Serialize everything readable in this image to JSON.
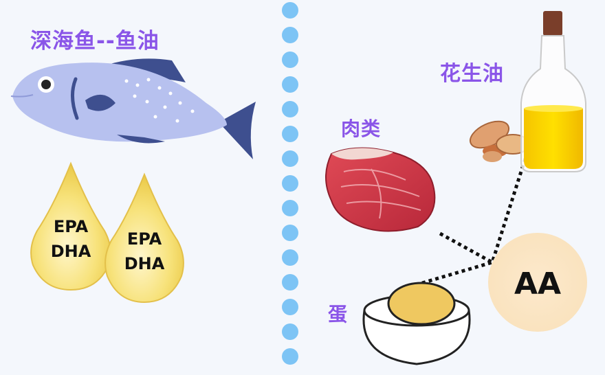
{
  "labels": {
    "deep_sea_fish": "深海鱼--鱼油",
    "peanut_oil": "花生油",
    "meat": "肉类",
    "egg": "蛋"
  },
  "drops": [
    {
      "line1": "EPA",
      "line2": "DHA"
    },
    {
      "line1": "EPA",
      "line2": "DHA"
    }
  ],
  "aa_label": "AA",
  "colors": {
    "label_purple": "#8a55e8",
    "divider_blue": "#7dc4f5",
    "fish_body": "#b7c1ef",
    "fish_fin": "#3e4f8f",
    "drop_gold": "#f2d75c",
    "oil_yellow": "#ffd400",
    "aa_circle": "#fbe7c6"
  }
}
